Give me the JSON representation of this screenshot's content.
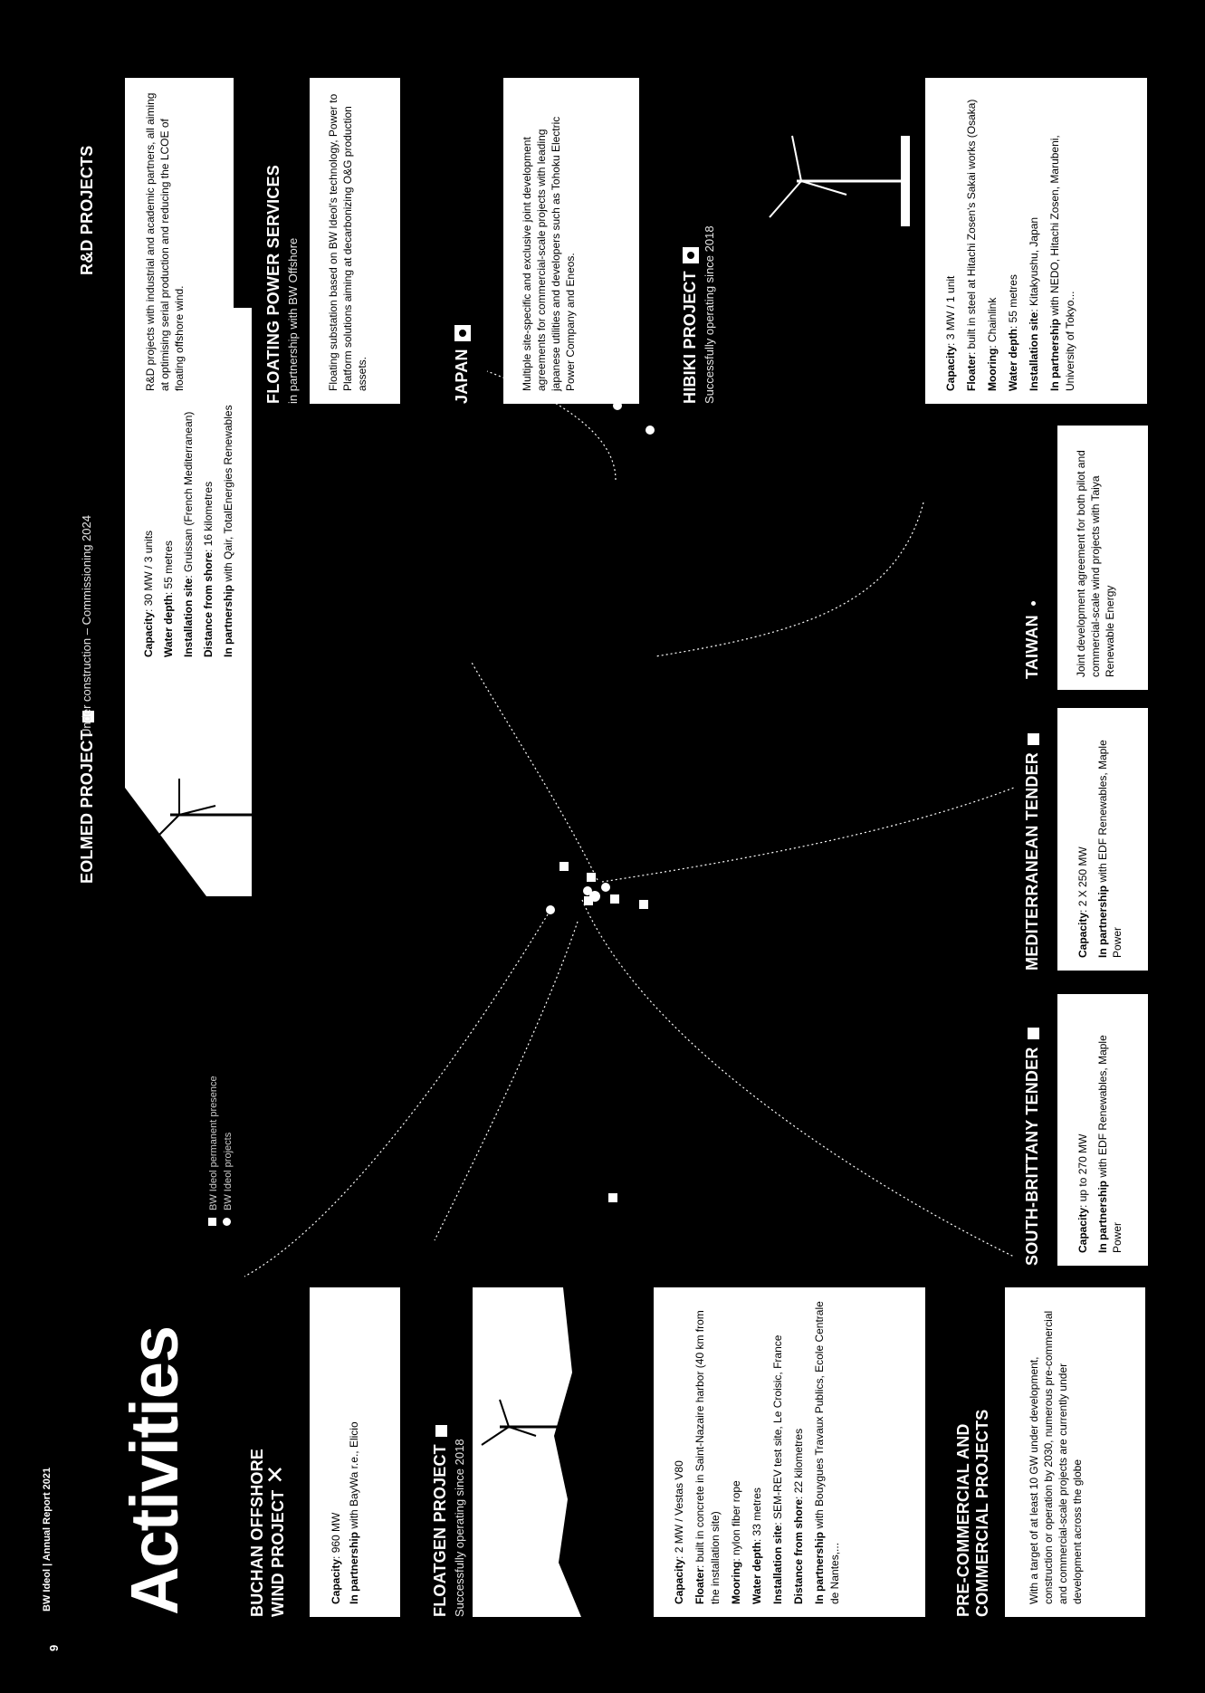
{
  "header": {
    "page_number": "9",
    "running_title": "BW Ideol | Annual Report 2021"
  },
  "title": "Activities",
  "legend": {
    "presence": "BW Ideol permanent presence",
    "projects": "BW Ideol projects"
  },
  "buchan": {
    "title": "BUCHAN OFFSHORE WIND PROJECT",
    "capacity_label": "Capacity",
    "capacity_value": ": 960 MW",
    "partner_label": "In partnership",
    "partner_value": "with BayWa r.e., Elicio"
  },
  "floatgen": {
    "title": "FLOATGEN PROJECT",
    "status": "Successfully operating since 2018",
    "capacity_label": "Capacity",
    "capacity_value": ": 2 MW / Vestas V80",
    "floater_label": "Floater",
    "floater_value": ": built in concrete in Saint-Nazaire harbor (40 km from the installation site)",
    "mooring_label": "Mooring",
    "mooring_value": ": nylon fiber rope",
    "depth_label": "Water depth",
    "depth_value": ": 33 metres",
    "site_label": "Installation site",
    "site_value": ": SEM-REV test site, Le Croisic, France",
    "shore_label": "Distance from shore",
    "shore_value": ": 22 kilometres",
    "partner_label": "In partnership",
    "partner_value": "with Bouygues Travaux Publics, Ecole Centrale de Nantes,..."
  },
  "precommercial": {
    "title": "PRE-COMMERCIAL AND COMMERCIAL PROJECTS",
    "text": "With a target of at least 10 GW under development, construction or operation by 2030, numerous pre-commercial and commercial-scale projects are currently under development across the globe"
  },
  "eolmed": {
    "title": "EOLMED PROJECT",
    "status": "Under construction – Commissioning 2024",
    "capacity_label": "Capacity",
    "capacity_value": ": 30 MW / 3 units",
    "depth_label": "Water depth",
    "depth_value": ": 55 metres",
    "site_label": "Installation site",
    "site_value": ": Gruissan (French Mediterranean)",
    "shore_label": "Distance from shore",
    "shore_value": ": 16 kilometres",
    "partner_label": "In partnership",
    "partner_value": "with Qair, TotalEnergies Renewables"
  },
  "south_brittany": {
    "title": "SOUTH-BRITTANY TENDER",
    "capacity_label": "Capacity",
    "capacity_value": ": up to 270 MW",
    "partner_label": "In partnership",
    "partner_value": "with EDF Renewables, Maple Power"
  },
  "mediterranean": {
    "title": "MEDITERRANEAN TENDER",
    "capacity_label": "Capacity",
    "capacity_value": ": 2 X 250 MW",
    "partner_label": "In partnership",
    "partner_value": "with  EDF Renewables, Maple Power"
  },
  "taiwan": {
    "title": "TAIWAN",
    "text": "Joint development agreement for both pilot and commercial-scale wind projects with Taiya Renewable Energy"
  },
  "rnd": {
    "title": "R&D PROJECTS",
    "text": "R&D projects with industrial and academic partners, all aiming at optimising serial production and reducing the LCOE of floating offshore wind."
  },
  "floating_power": {
    "title": "FLOATING POWER SERVICES",
    "subtitle": "in partnership with BW Offshore",
    "text": "Floating substation based on BW Ideol's technology, Power to Platform solutions aiming at decarbonizing O&G production assets."
  },
  "japan": {
    "title": "JAPAN",
    "text": "Multiple site-specific and exclusive joint development agreements for commercial-scale projects with leading japanese utilities and developers such as Tohoku Electric Power Company and Eneos."
  },
  "hibiki": {
    "title": "HIBIKI PROJECT",
    "status": "Successfully operating since 2018",
    "capacity_label": "Capacity",
    "capacity_value": ": 3 MW / 1 unit",
    "floater_label": "Floater",
    "floater_value": ": built in steel at Hitachi Zosen's Sakai works (Osaka)",
    "mooring_label": "Mooring",
    "mooring_value": ": Chainlink",
    "depth_label": "Water depth",
    "depth_value": ": 55 metres",
    "site_label": "Installation site",
    "site_value": ": Kitakyushu, Japan",
    "partner_label": "In partnership",
    "partner_value": "with NEDO, Hitachi Zosen, Marubeni, University of Tokyo..."
  }
}
